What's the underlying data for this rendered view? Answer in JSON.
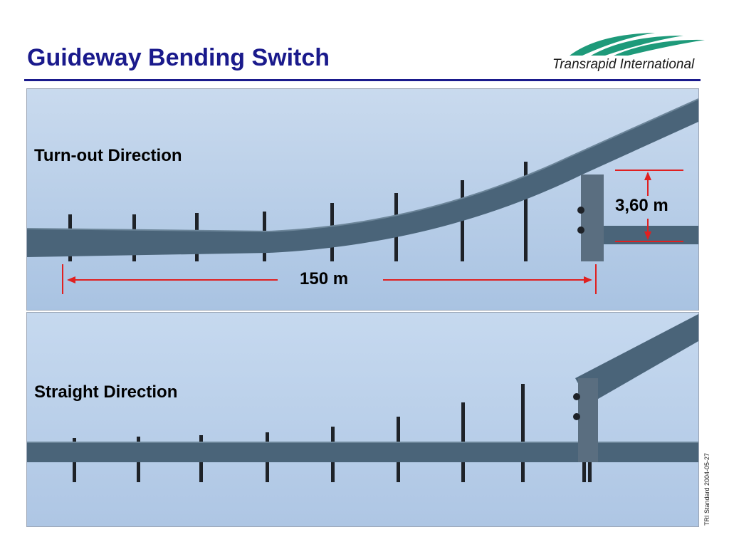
{
  "slide": {
    "title": "Guideway Bending Switch",
    "footer": "TRI Standard 2004-05-27"
  },
  "logo": {
    "text": "Transrapid International",
    "icon": "logo-swoosh-icon",
    "color": "#1e9a7a"
  },
  "panels": {
    "turnout": {
      "label": "Turn-out Direction",
      "length_dimension": "150 m",
      "offset_dimension": "3,60 m"
    },
    "straight": {
      "label": "Straight Direction"
    }
  },
  "colors": {
    "title": "#1a1a8c",
    "guideway": "#4a6479",
    "dimension": "#e02020",
    "sky": "#bcd3ec"
  }
}
